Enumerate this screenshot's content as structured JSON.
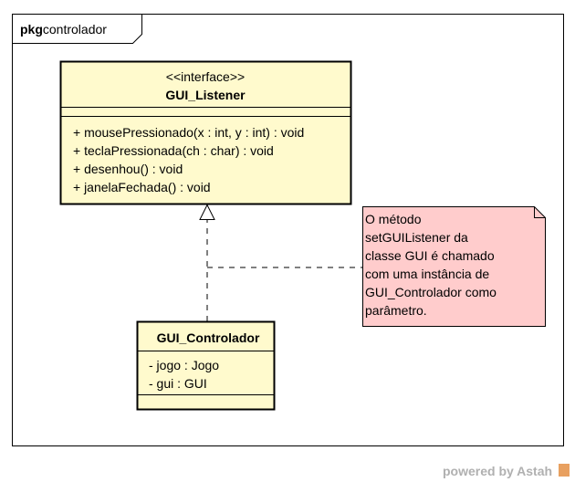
{
  "package": {
    "keyword": "pkg",
    "name": "controlador"
  },
  "interface": {
    "stereotype": "<<interface>>",
    "name": "GUI_Listener",
    "operations": [
      "+ mousePressionado(x : int, y : int) : void",
      "+ teclaPressionada(ch : char) : void",
      "+ desenhou() : void",
      "+ janelaFechada() : void"
    ]
  },
  "class": {
    "name": "GUI_Controlador",
    "attributes": [
      "- jogo : Jogo",
      "- gui : GUI"
    ]
  },
  "note": {
    "lines": [
      "O método",
      "setGUIListener da",
      "classe GUI é chamado",
      "com uma instância de",
      "GUI_Controlador como",
      "parâmetro."
    ]
  },
  "watermark": {
    "text": "powered by Astah"
  },
  "colors": {
    "class_fill": "#fffacd",
    "note_fill": "#ffcccc",
    "line": "#000000",
    "watermark": "#b0b0b0"
  }
}
